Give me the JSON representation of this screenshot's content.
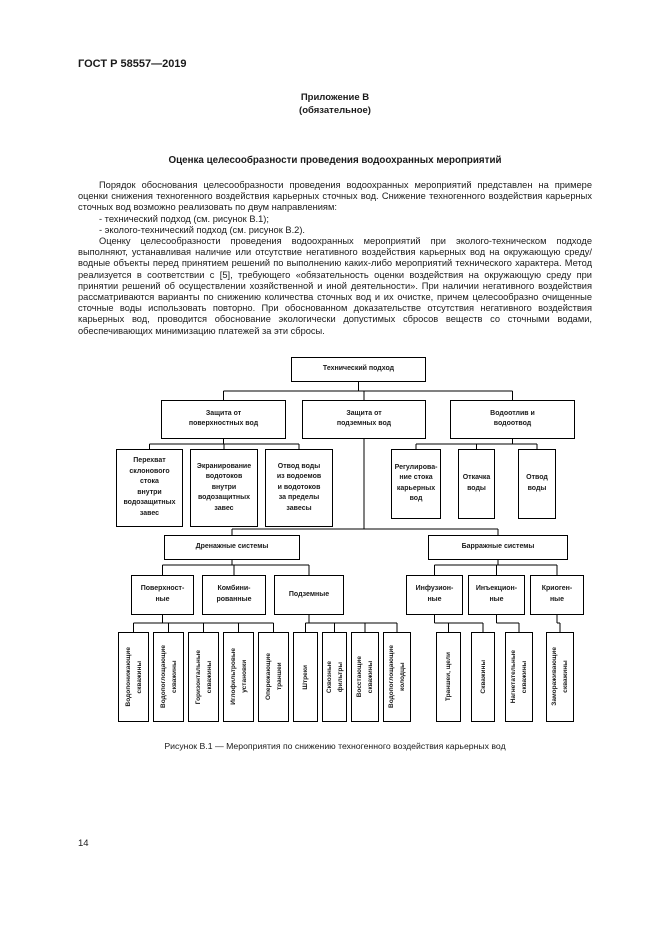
{
  "page": {
    "header": "ГОСТ Р 58557—2019",
    "page_number": "14"
  },
  "appendix": {
    "label": "Приложение В",
    "kind": "(обязательное)",
    "title": "Оценка целесообразности проведения водоохранных мероприятий"
  },
  "body": {
    "paragraph1": "Порядок обоснования целесообразности проведения водоохранных мероприятий представлен на примере оценки снижения техногенного воздействия карьерных сточных вод. Снижение техногенного воздействия карьерных сточных вод возможно реализовать по двум направлениям:",
    "list_items": [
      "- технический подход (см. рисунок В.1);",
      "- эколого-технический подход (см. рисунок В.2)."
    ],
    "paragraph2": "Оценку целесообразности проведения водоохранных мероприятий при эколого-техническом подходе выполняют, устанавливая наличие или отсутствие негативного воздействия карьерных вод на окружающую среду/водные объекты перед принятием решений по выполнению каких-либо мероприятий технического характера. Метод реализуется в соответствии с [5], требующего «обязательность оценки воздействия на окружающую среду при принятии решений об осуществлении хозяйственной и иной деятельности». При наличии негативного воздействия рассматриваются варианты по снижению количества сточных вод и их очистке, причем целесообразно очищенные сточные воды использовать повторно. При обоснованном доказательстве отсутствия негативного воздействия карьерных вод, проводится обоснование экологически допустимых сбросов веществ со сточными водами, обеспечивающих минимизацию платежей за эти сбросы."
  },
  "figure": {
    "caption": "Рисунок В.1 — Мероприятия по снижению техногенного воздействия карьерных вод",
    "root": "Технический подход",
    "level2": [
      "Защита от\nповерхностных вод",
      "Защита от\nподземных вод",
      "Водоотлив и\nводоотвод"
    ],
    "surface_measures": [
      "Перехват\nсклонового\nстока\nвнутри\nводозащитных\nзавес",
      "Экранирование\nводотоков\nвнутри\nводозащитных\nзавес",
      "Отвод воды\nиз водоемов\nи водотоков\nза пределы\nзавесы"
    ],
    "removal_measures": [
      "Регулирова-\nние стока\nкарьерных\nвод",
      "Откачка\nводы",
      "Отвод\nводы"
    ],
    "systems": [
      "Дренажные системы",
      "Барражные системы"
    ],
    "drainage_types": [
      "Поверхност-\nные",
      "Комбини-\nрованные",
      "Подземные"
    ],
    "barrage_types": [
      "Инфузион-\nные",
      "Инъекцион-\nные",
      "Криоген-\nные"
    ],
    "surface_drainage_items": [
      "Водопонижающие\nскважины",
      "Водопоглощающие\nскважины",
      "Горизонтальные\nскважины",
      "Иглофильтровые\nустановки",
      "Опережающие\nтраншеи"
    ],
    "underground_drainage_items": [
      "Штреки",
      "Сквозные\nфильтры",
      "Восстающие\nскважины",
      "Водопоглощающие\nколодцы"
    ],
    "infusion_items": [
      "Траншеи, щели",
      "Скважины"
    ],
    "injection_items": [
      "Нагнетательные\nскважины"
    ],
    "cryogenic_items": [
      "Замораживающие\nскважины"
    ]
  }
}
